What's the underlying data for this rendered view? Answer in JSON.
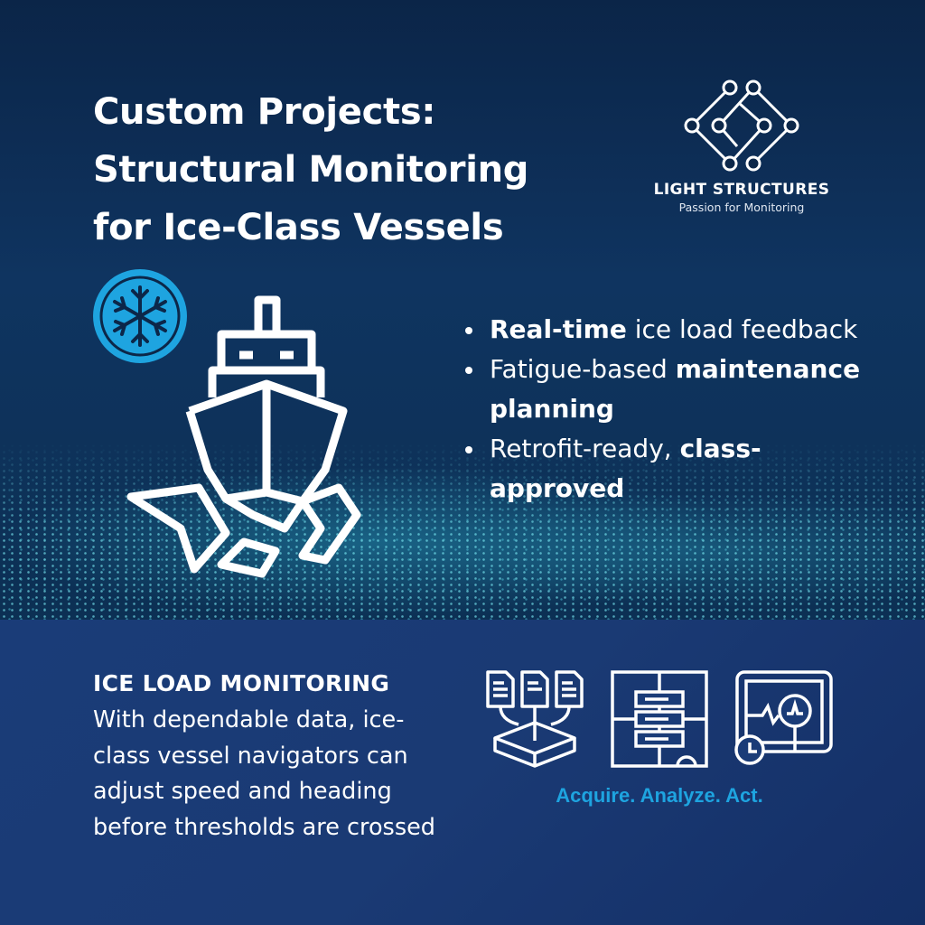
{
  "title_lines": [
    "Custom Projects:",
    "Structural Monitoring",
    "for Ice-Class Vessels"
  ],
  "logo": {
    "name": "LIGHT STRUCTURES",
    "tagline": "Passion for Monitoring"
  },
  "bullets": [
    {
      "bold": "Real-time",
      "rest": " ice load feedback"
    },
    {
      "pre": "Fatigue-based ",
      "bold": "maintenance planning"
    },
    {
      "pre": "Retrofit-ready, ",
      "bold": "class-approved"
    }
  ],
  "section": {
    "heading": "ICE LOAD MONITORING",
    "body": "With dependable data, ice-class vessel navigators can adjust speed and heading before thresholds are crossed"
  },
  "tagline": "Acquire. Analyze. Act.",
  "colors": {
    "accent": "#1ea4e0",
    "navy": "#0c2749",
    "bottom": "#1a3c78"
  }
}
